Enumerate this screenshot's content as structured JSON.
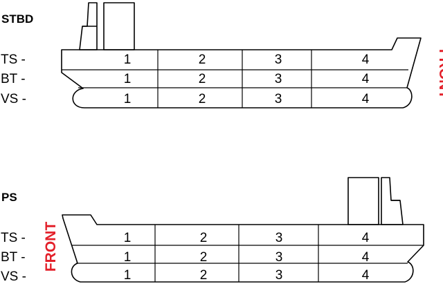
{
  "starboard": {
    "side_label": "STBD",
    "front_label": "FRONT",
    "rows": [
      {
        "label": "TS -",
        "cells": [
          "1",
          "2",
          "3",
          "4"
        ]
      },
      {
        "label": "BT -",
        "cells": [
          "1",
          "2",
          "3",
          "4"
        ]
      },
      {
        "label": "VS -",
        "cells": [
          "1",
          "2",
          "3",
          "4"
        ]
      }
    ]
  },
  "port": {
    "side_label": "PS",
    "front_label": "FRONT",
    "rows": [
      {
        "label": "TS -",
        "cells": [
          "1",
          "2",
          "3",
          "4"
        ]
      },
      {
        "label": "BT -",
        "cells": [
          "1",
          "2",
          "3",
          "4"
        ]
      },
      {
        "label": "VS -",
        "cells": [
          "1",
          "2",
          "3",
          "4"
        ]
      }
    ]
  }
}
